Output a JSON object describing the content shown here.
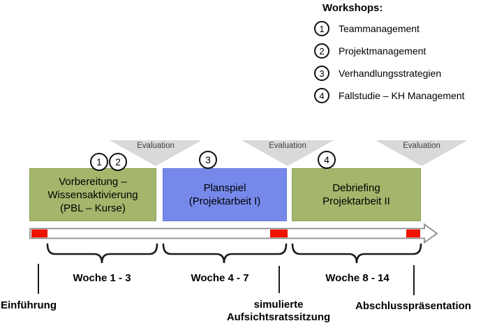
{
  "colors": {
    "phase_green": "#a4b66b",
    "phase_green_border": "#8da156",
    "phase_blue": "#7689ea",
    "phase_blue_border": "#6478d9",
    "timeline_red": "#ee1200",
    "eval_triangle": "#d9d9d9",
    "eval_text": "#3f3f3f",
    "bar_outline": "#8c8c8c"
  },
  "legend": {
    "title": "Workshops:",
    "items": [
      {
        "number": "1",
        "label": "Teammanagement"
      },
      {
        "number": "2",
        "label": "Projektmanagement"
      },
      {
        "number": "3",
        "label": "Verhandlungsstrategien"
      },
      {
        "number": "4",
        "label": "Fallstudie – KH Management"
      }
    ]
  },
  "evaluation_label": "Evaluation",
  "phases": [
    {
      "badges": [
        "1",
        "2"
      ],
      "lines": [
        "Vorbereitung –",
        "Wissensaktivierung",
        "(PBL – Kurse)"
      ]
    },
    {
      "badges": [
        "3"
      ],
      "lines": [
        "Planspiel",
        "(Projektarbeit I)"
      ]
    },
    {
      "badges": [
        "4"
      ],
      "lines": [
        "Debriefing",
        "Projektarbeit II"
      ]
    }
  ],
  "timeline": {
    "week_labels": [
      "Woche 1 - 3",
      "Woche 4 - 7",
      "Woche 8 - 14"
    ],
    "milestones": [
      {
        "label": "Einführung"
      },
      {
        "lines": [
          "simulierte",
          "Aufsichtsratssitzung"
        ]
      },
      {
        "label": "Abschlusspräsentation"
      }
    ]
  }
}
